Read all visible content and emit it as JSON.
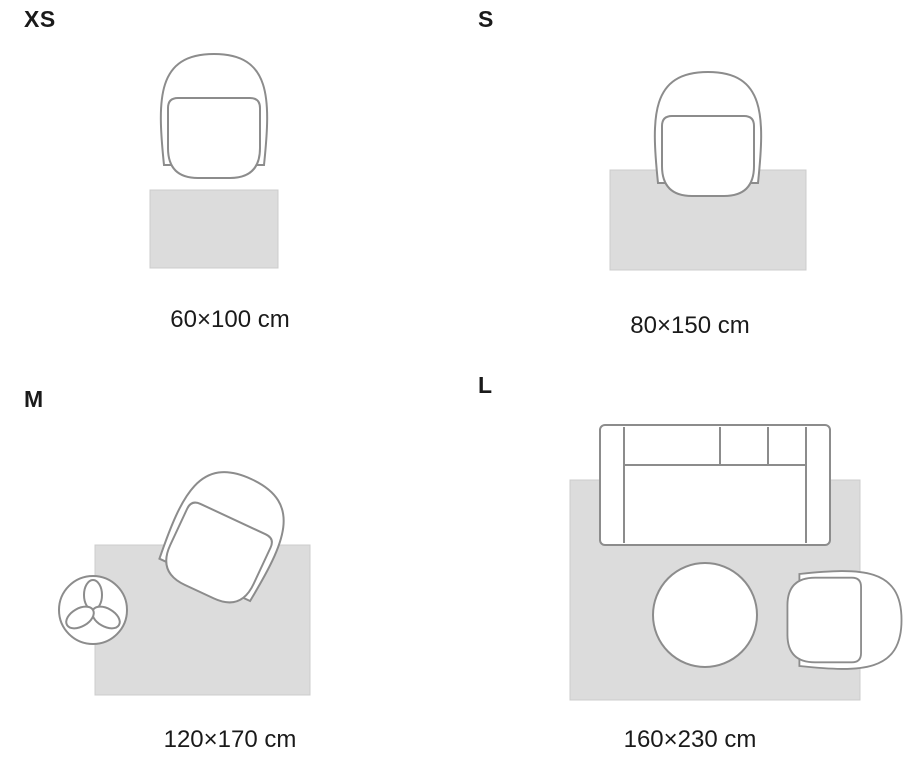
{
  "colors": {
    "text_color": "#1a1a1a",
    "rug_fill": "#dcdcdc",
    "rug_stroke": "#cccccc",
    "furniture_fill": "#ffffff",
    "furniture_stroke": "#8c8c8c"
  },
  "panels": [
    {
      "id": "xs",
      "label": "XS",
      "dimension": "60×100 cm",
      "furniture": [
        "armchair"
      ]
    },
    {
      "id": "s",
      "label": "S",
      "dimension": "80×150 cm",
      "furniture": [
        "armchair"
      ]
    },
    {
      "id": "m",
      "label": "M",
      "dimension": "120×170 cm",
      "furniture": [
        "armchair",
        "plant"
      ]
    },
    {
      "id": "l",
      "label": "L",
      "dimension": "160×230 cm",
      "furniture": [
        "sofa",
        "coffee-table",
        "armchair"
      ]
    }
  ]
}
